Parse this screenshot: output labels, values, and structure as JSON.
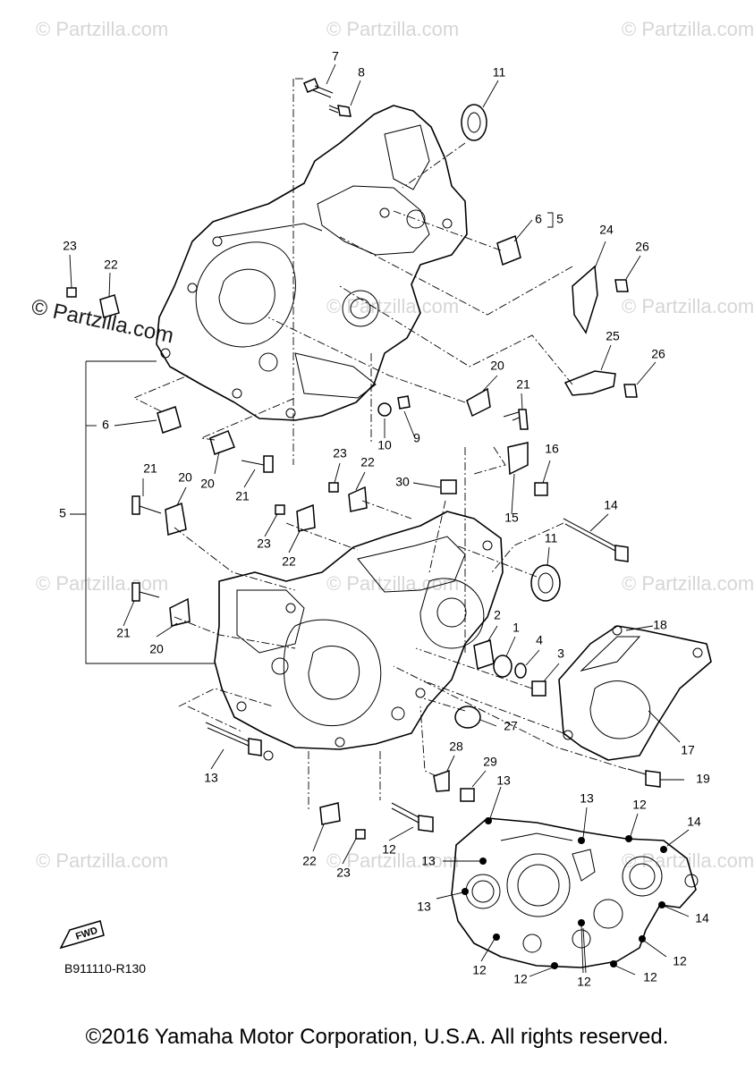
{
  "watermark": {
    "small_text": "© Partzilla.com",
    "large_text": "© Partzilla.com"
  },
  "diagram_code": "B911110-R130",
  "fwd_label": "FWD",
  "copyright": "©2016 Yamaha Motor Corporation, U.S.A. All rights reserved.",
  "bracket_label_6_5": "5",
  "callouts": [
    "1",
    "2",
    "3",
    "4",
    "5",
    "6",
    "7",
    "8",
    "9",
    "10",
    "11",
    "12",
    "13",
    "14",
    "15",
    "16",
    "17",
    "18",
    "19",
    "20",
    "21",
    "22",
    "23",
    "24",
    "25",
    "26",
    "27",
    "28",
    "29",
    "30"
  ]
}
